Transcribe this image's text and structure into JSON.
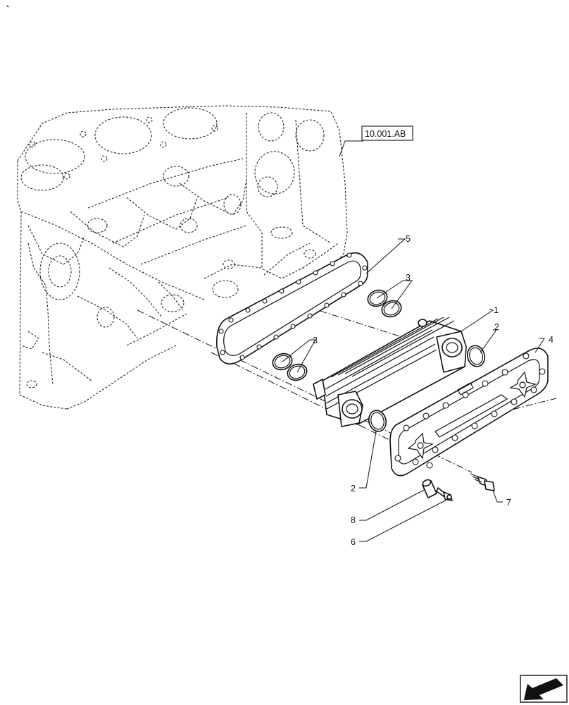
{
  "diagram": {
    "reference_label": "10.001.AB",
    "callouts": {
      "c1": "1",
      "c2a": "2",
      "c2b": "2",
      "c3a": "3",
      "c3b": "3",
      "c4": "4",
      "c5": "5",
      "c6": "6",
      "c7": "7",
      "c8": "8"
    },
    "nav_icon": "back-arrow-icon"
  }
}
